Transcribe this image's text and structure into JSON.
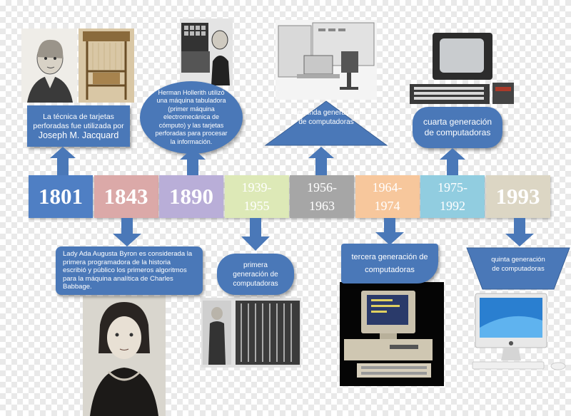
{
  "timeline": [
    {
      "label": "1801",
      "color": "#4f7fc4",
      "size": "big",
      "fg": "#ffffff"
    },
    {
      "label": "1843",
      "color": "#dba9a8",
      "size": "big",
      "fg": "#ffffff"
    },
    {
      "label": "1890",
      "color": "#b9aed8",
      "size": "big",
      "fg": "#ffffff"
    },
    {
      "label": "1939-\n1955",
      "color": "#dde9b7",
      "size": "small",
      "fg": "#ffffff"
    },
    {
      "label": "1956-\n1963",
      "color": "#a6a6a6",
      "size": "small",
      "fg": "#ffffff"
    },
    {
      "label": "1964-\n1974",
      "color": "#f7c79c",
      "size": "small",
      "fg": "#ffffff"
    },
    {
      "label": "1975-\n1992",
      "color": "#91cde0",
      "size": "small",
      "fg": "#ffffff"
    },
    {
      "label": "1993",
      "color": "#dcd6c4",
      "size": "big",
      "fg": "#ffffff"
    }
  ],
  "captions": {
    "jacquard": "La técnica de tarjetas perforadas fue utilizada por",
    "jacquard_name": "Joseph M. Jacquard",
    "hollerith": "Herman Hollerith utilizó una máquina tabuladora (primer máquina electromecánica de cómputo) y las tarjetas perforadas para procesar la información.",
    "segunda": "segunda generación de computadoras",
    "cuarta": "cuarta generación de computadoras",
    "ada": "Lady Ada Augusta Byron es considerada la primera programadora de la historia escribió y público los primeros algoritmos para la máquina analítica de Charles Babbage.",
    "primera": "primera generación de computadoras",
    "tercera": "tercera generación de computadoras",
    "quinta": "quinta generación de computadoras"
  },
  "colors": {
    "accent": "#4a78b8",
    "arrow": "#4a78b8"
  }
}
